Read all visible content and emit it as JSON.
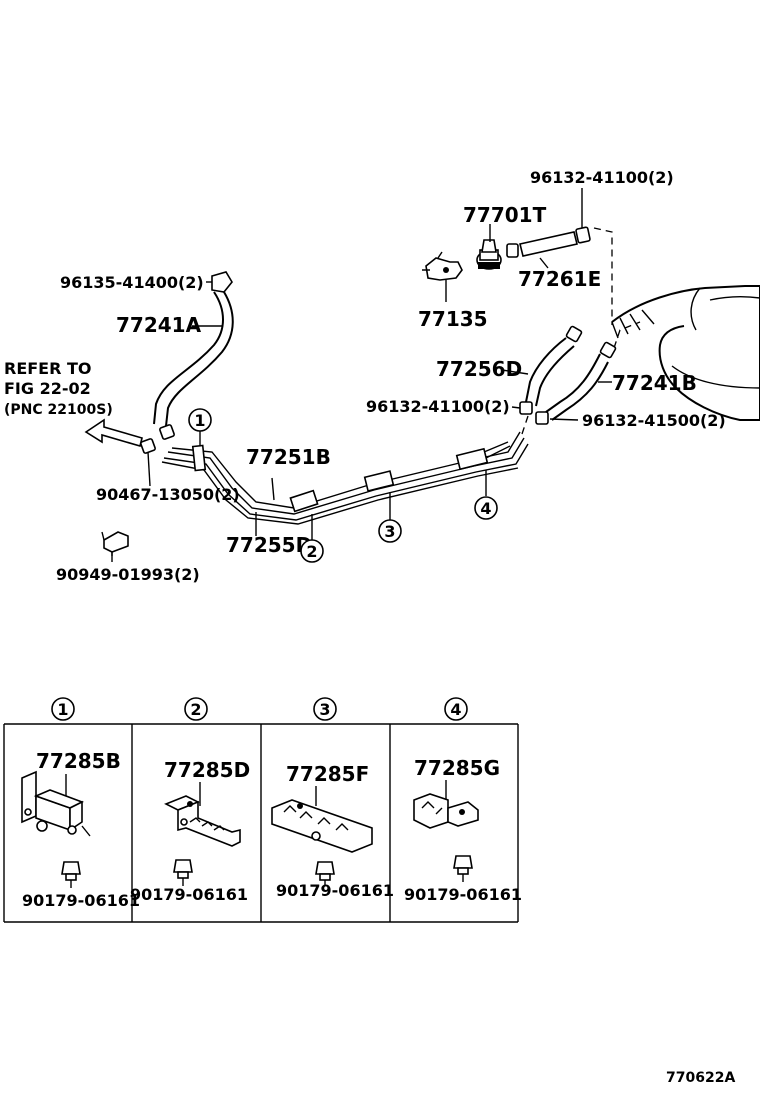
{
  "callouts": [
    {
      "id": "p96132_top",
      "text": "96132-41100(2)"
    },
    {
      "id": "p77701T",
      "text": "77701T"
    },
    {
      "id": "p77261E",
      "text": "77261E"
    },
    {
      "id": "p77135",
      "text": "77135"
    },
    {
      "id": "p96135",
      "text": "96135-41400(2)"
    },
    {
      "id": "p77241A",
      "text": "77241A"
    },
    {
      "id": "p77256D",
      "text": "77256D"
    },
    {
      "id": "p77241B",
      "text": "77241B"
    },
    {
      "id": "p96132_mid",
      "text": "96132-41100(2)"
    },
    {
      "id": "p96132_41500",
      "text": "96132-41500(2)"
    },
    {
      "id": "p77251B",
      "text": "77251B"
    },
    {
      "id": "p90467",
      "text": "90467-13050(2)"
    },
    {
      "id": "p77255D",
      "text": "77255D"
    },
    {
      "id": "p90949",
      "text": "90949-01993(2)"
    }
  ],
  "refer": {
    "line1": "REFER TO",
    "line2": "FIG 22-02",
    "line3": "(PNC 22100S)"
  },
  "markers": [
    "1",
    "2",
    "3",
    "4"
  ],
  "detail_panels": [
    {
      "marker": "1",
      "clamp": "77285B",
      "bolt": "90179-06161"
    },
    {
      "marker": "2",
      "clamp": "77285D",
      "bolt": "90179-06161"
    },
    {
      "marker": "3",
      "clamp": "77285F",
      "bolt": "90179-06161"
    },
    {
      "marker": "4",
      "clamp": "77285G",
      "bolt": "90179-06161"
    }
  ],
  "figure_code": "770622A"
}
